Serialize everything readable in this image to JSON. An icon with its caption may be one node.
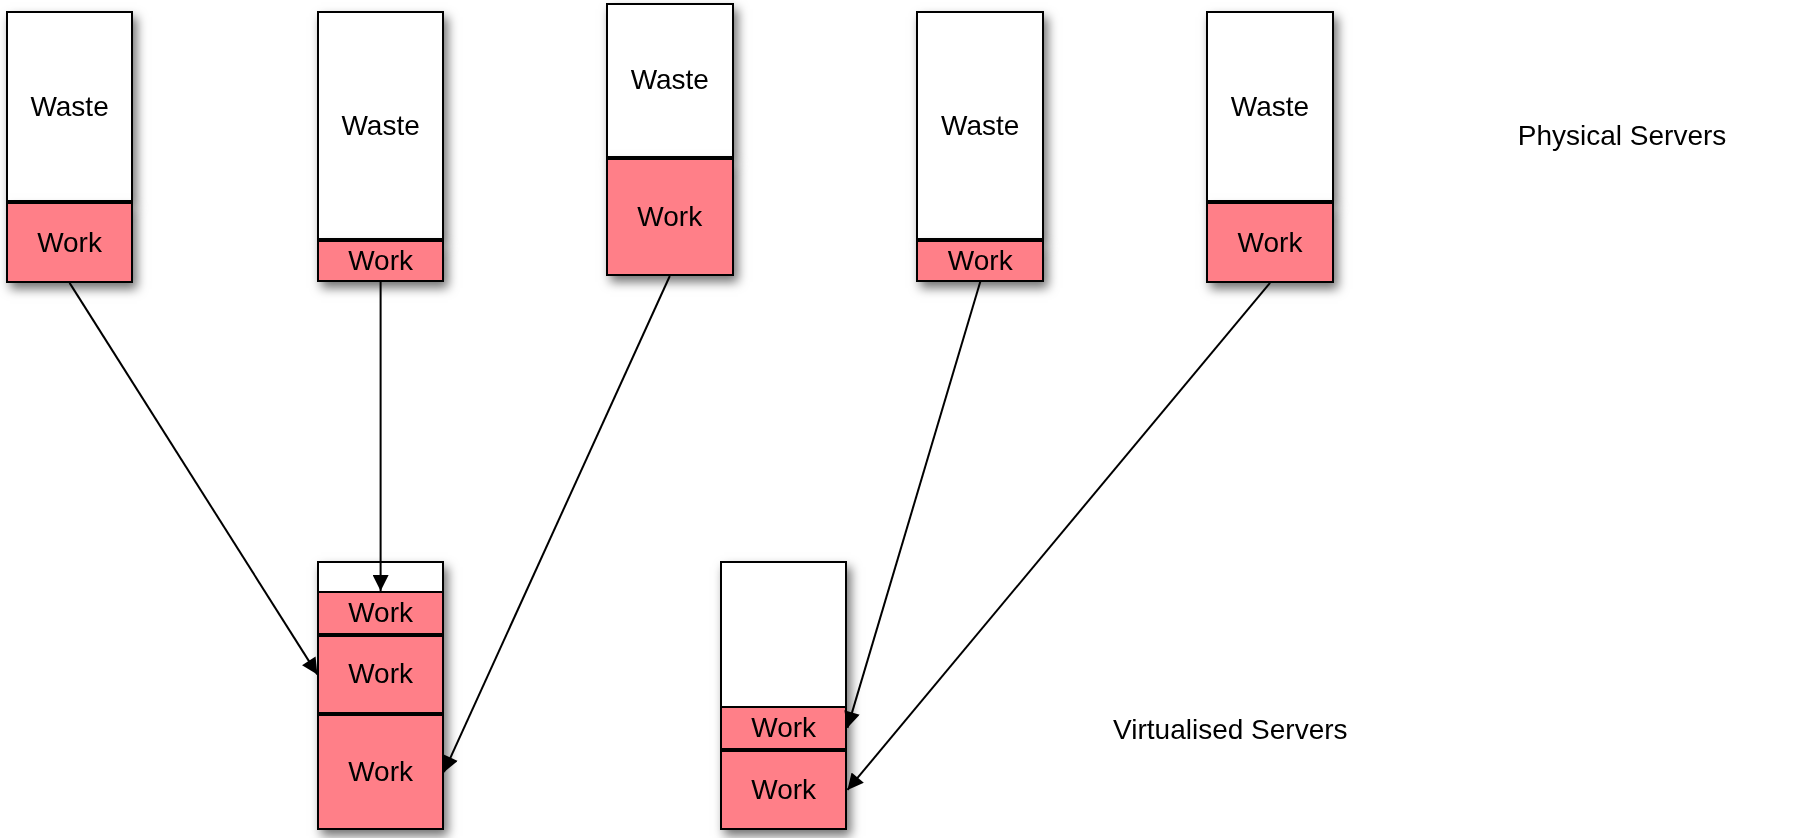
{
  "diagram": {
    "nodes": [
      {
        "text": [
          "Waste"
        ]
      },
      {
        "text": [
          "Work"
        ]
      },
      {
        "text": [
          "Waste"
        ]
      },
      {
        "text": [
          "Work"
        ]
      },
      {
        "text": [
          "Waste"
        ]
      },
      {
        "text": [
          "Work"
        ]
      },
      {
        "text": [
          "Waste"
        ]
      },
      {
        "text": [
          "Work"
        ]
      },
      {
        "text": [
          "Waste"
        ]
      },
      {
        "text": [
          "Work"
        ]
      },
      {
        "text": [],
        "shape": "box"
      },
      {
        "text": [
          "Work"
        ],
        "in": 10
      },
      {
        "text": [
          "Work"
        ],
        "in": 10
      },
      {
        "text": [
          "Work"
        ],
        "in": 10
      },
      {
        "text": [],
        "shape": "box"
      },
      {
        "text": [
          "Work"
        ],
        "in": 14
      },
      {
        "text": [
          "Work"
        ],
        "in": 14
      }
    ],
    "edges": [
      {
        "from": 1,
        "to": 12,
        "arrow": "to"
      },
      {
        "from": 3,
        "to": 11,
        "arrow": "to"
      },
      {
        "from": 5,
        "to": 13,
        "arrow": "to"
      },
      {
        "from": 7,
        "to": 15,
        "arrow": "to"
      },
      {
        "from": 9,
        "to": 16,
        "arrow": "to"
      }
    ],
    "labels": [
      "Physical Servers",
      "Virtualised Servers"
    ]
  }
}
